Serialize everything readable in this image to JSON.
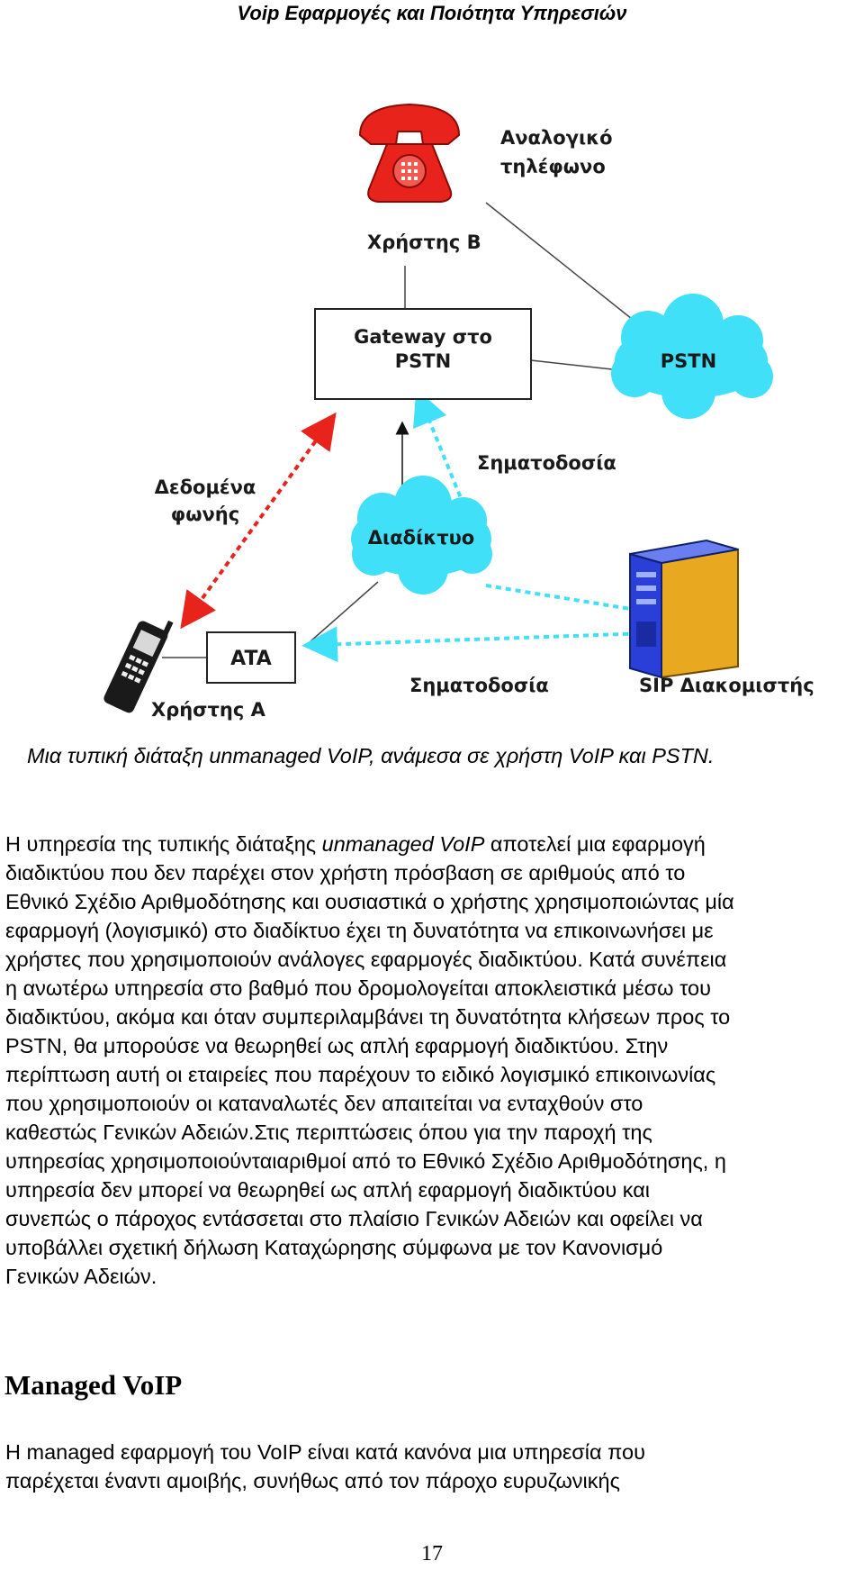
{
  "header": {
    "title": "Voip Εφαρμογές και Ποιότητα Υπηρεσιών"
  },
  "diagram": {
    "labels": {
      "analog_phone": [
        "Αναλογικό",
        "τηλέφωνο"
      ],
      "user_b": "Χρήστης Β",
      "gateway": [
        "Gateway στο",
        "PSTN"
      ],
      "pstn": "PSTN",
      "signaling_top": "Σηματοδοσία",
      "voice_data": [
        "Δεδομένα",
        "φωνής"
      ],
      "internet": "Διαδίκτυο",
      "ata": "ATA",
      "signaling_bottom": "Σηματοδοσία",
      "user_a": "Χρήστης Α",
      "sip_server": "SIP Διακομιστής"
    },
    "colors": {
      "phone_red": "#e8231c",
      "cloud_cyan": "#3fe0f8",
      "voice_arrow_red": "#e8231c",
      "signal_arrow_cyan": "#3fe0f8",
      "server_blue": "#2a3fd8",
      "server_gold": "#e8a820"
    }
  },
  "caption": "Μια τυπική διάταξη unmanaged VoIP, ανάμεσα σε χρήστη VoIP και PSTN.",
  "paragraph1": {
    "line1": {
      "before": "Η υπηρεσία της τυπικής διάταξης ",
      "italic": "unmanaged VoIP",
      "after": " αποτελεί μια εφαρμογή"
    },
    "lines": [
      "διαδικτύου που δεν παρέχει στον χρήστη πρόσβαση σε αριθμούς από το",
      "Εθνικό Σχέδιο Αριθμοδότησης και ουσιαστικά ο χρήστης χρησιμοποιώντας μία",
      "εφαρμογή (λογισμικό) στο διαδίκτυο έχει τη δυνατότητα να επικοινωνήσει με",
      "χρήστες που χρησιμοποιούν ανάλογες εφαρμογές διαδικτύου. Κατά συνέπεια",
      "η ανωτέρω υπηρεσία στο βαθμό που δρομολογείται αποκλειστικά μέσω του",
      "διαδικτύου, ακόμα και όταν συμπεριλαμβάνει τη δυνατότητα κλήσεων προς το",
      "PSTN, θα μπορούσε να θεωρηθεί ως απλή εφαρμογή διαδικτύου. Στην",
      "περίπτωση αυτή οι εταιρείες που παρέχουν το ειδικό λογισμικό επικοινωνίας",
      "που χρησιμοποιούν οι καταναλωτές δεν απαιτείται να ενταχθούν στο",
      "καθεστώς Γενικών Αδειών.Στις περιπτώσεις όπου για την παροχή της",
      "υπηρεσίας χρησιμοποιούνταιαριθμοί από το Εθνικό Σχέδιο Αριθμοδότησης, η",
      "υπηρεσία δεν μπορεί να θεωρηθεί ως απλή εφαρμογή διαδικτύου και",
      "συνεπώς ο πάροχος εντάσσεται στο πλαίσιο Γενικών Αδειών και οφείλει να",
      "υποβάλλει σχετική δήλωση Καταχώρησης σύμφωνα με τον Κανονισμό",
      "Γενικών Αδειών."
    ]
  },
  "heading": "Managed VoIP",
  "paragraph2": {
    "lines": [
      "Η managed εφαρμογή του VoIP είναι κατά κανόνα μια υπηρεσία που",
      "παρέχεται έναντι αμοιβής, συνήθως από τον πάροχο ευρυζωνικής"
    ]
  },
  "page_number": "17"
}
